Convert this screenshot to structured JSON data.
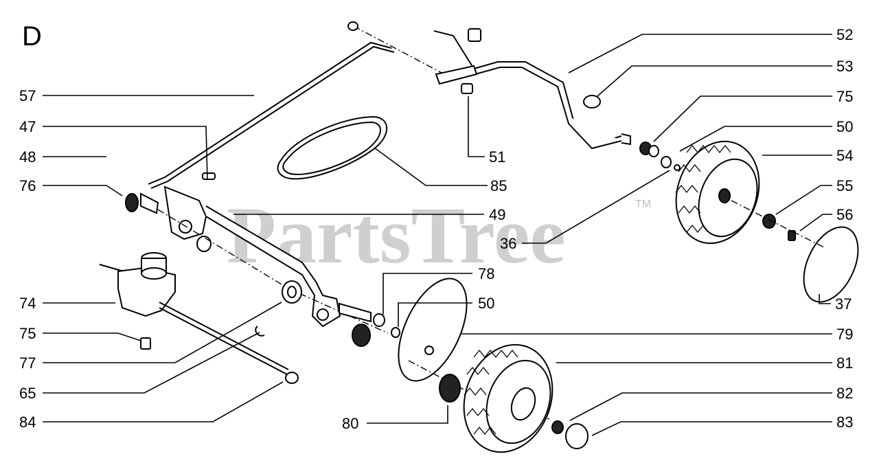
{
  "section_letter": "D",
  "watermark": {
    "text": "PartsTree",
    "tm": "TM"
  },
  "callouts_left": [
    "57",
    "47",
    "48",
    "76",
    "74",
    "75",
    "77",
    "65",
    "84"
  ],
  "callouts_right": [
    "52",
    "53",
    "75",
    "50",
    "54",
    "55",
    "56",
    "37"
  ],
  "callouts_center": [
    "51",
    "85",
    "49",
    "36",
    "78",
    "50",
    "79",
    "81",
    "82",
    "83",
    "80"
  ]
}
